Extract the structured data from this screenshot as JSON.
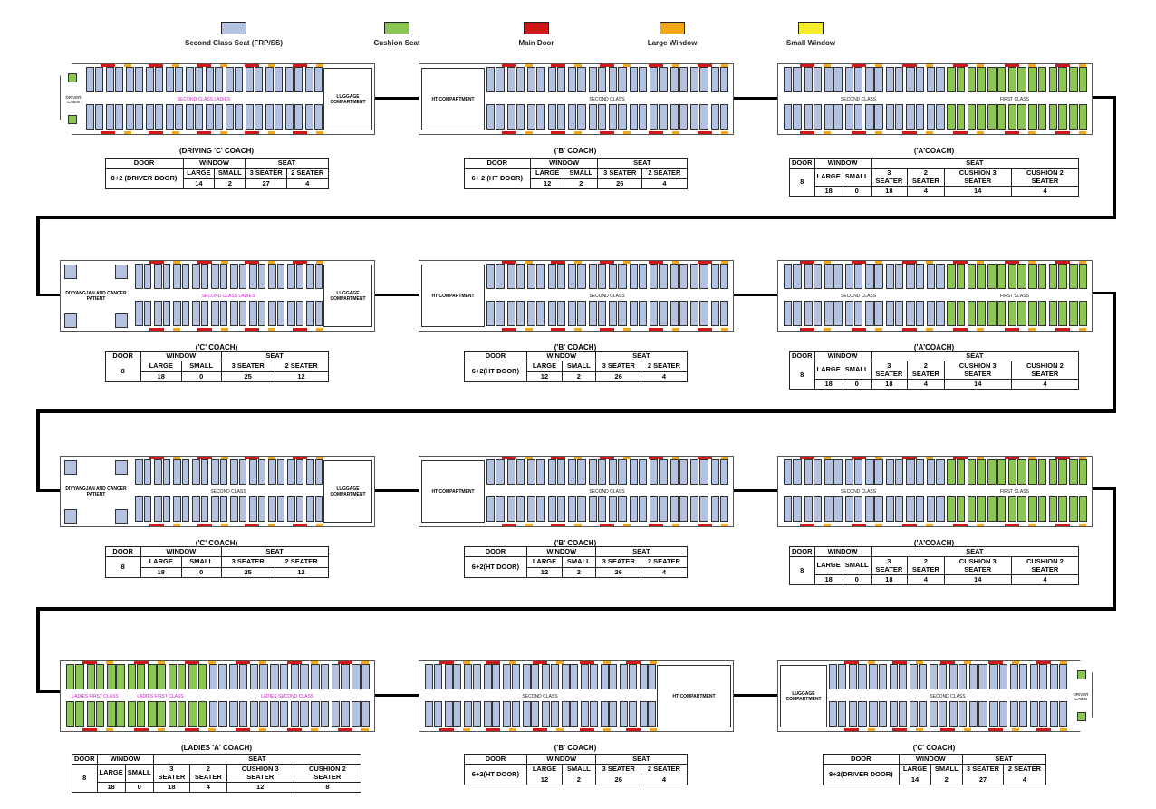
{
  "legend": [
    {
      "label": "Second Class Seat (FRP/SS)",
      "color": "#b3c2e0"
    },
    {
      "label": "Cushion Seat",
      "color": "#8cc652"
    },
    {
      "label": "Main Door",
      "color": "#d01818"
    },
    {
      "label": "Large Window",
      "color": "#f4a818"
    },
    {
      "label": "Small Window",
      "color": "#f5ec2a"
    }
  ],
  "rows": [
    [
      {
        "title": "(DRIVING 'C' COACH)",
        "cabin": "left",
        "cabin_label": "DRIVER CABIN",
        "left_label": "",
        "end": {
          "side": "right",
          "label": "LUGGAGE COMPARTMENT"
        },
        "labels": [
          {
            "text": "SECOND CLASS LADIES",
            "pink": true
          }
        ],
        "cushion": "none",
        "spec": {
          "type": "c",
          "door": "8+2 (DRIVER DOOR)",
          "large": "14",
          "small": "2",
          "s3": "27",
          "s2": "4"
        }
      },
      {
        "title": "('B' COACH)",
        "cabin": "none",
        "left_label": "",
        "end": {
          "side": "left",
          "label": "HT COMPARTMENT"
        },
        "labels": [
          {
            "text": "SECOND CLASS",
            "pink": false
          }
        ],
        "cushion": "none",
        "spec": {
          "type": "c",
          "door": "6+ 2 (HT DOOR)",
          "large": "12",
          "small": "2",
          "s3": "26",
          "s2": "4"
        }
      },
      {
        "title": "('A'COACH)",
        "cabin": "none",
        "left_label": "",
        "end": null,
        "labels": [
          {
            "text": "SECOND CLASS",
            "pink": false
          },
          {
            "text": "FIRST CLASS",
            "pink": false
          }
        ],
        "cushion": "right",
        "spec": {
          "type": "a",
          "door": "8",
          "large": "18",
          "small": "0",
          "s3": "18",
          "s2": "4",
          "c3": "14",
          "c2": "4"
        }
      }
    ],
    [
      {
        "title": "('C' COACH)",
        "cabin": "none",
        "left_label": "DIVYANGJAN AND CANCER PATIENT",
        "end": {
          "side": "right",
          "label": "LUGGAGE COMPARTMENT"
        },
        "labels": [
          {
            "text": "SECOND CLASS LADIES",
            "pink": true
          }
        ],
        "cushion": "none",
        "spec": {
          "type": "c",
          "door": "8",
          "large": "18",
          "small": "0",
          "s3": "25",
          "s2": "12"
        }
      },
      {
        "title": "('B' COACH)",
        "cabin": "none",
        "left_label": "",
        "end": {
          "side": "left",
          "label": "HT COMPARTMENT"
        },
        "labels": [
          {
            "text": "SECOND CLASS",
            "pink": false
          }
        ],
        "cushion": "none",
        "spec": {
          "type": "c",
          "door": "6+2(HT DOOR)",
          "large": "12",
          "small": "2",
          "s3": "26",
          "s2": "4"
        }
      },
      {
        "title": "('A'COACH)",
        "cabin": "none",
        "left_label": "",
        "end": null,
        "labels": [
          {
            "text": "SECOND CLASS",
            "pink": false
          },
          {
            "text": "FIRST CLASS",
            "pink": false
          }
        ],
        "cushion": "right",
        "spec": {
          "type": "a",
          "door": "8",
          "large": "18",
          "small": "0",
          "s3": "18",
          "s2": "4",
          "c3": "14",
          "c2": "4"
        }
      }
    ],
    [
      {
        "title": "('C' COACH)",
        "cabin": "none",
        "left_label": "DIVYANGJAN AND CANCER PATIENT",
        "end": {
          "side": "right",
          "label": "LUGGAGE COMPARTMENT"
        },
        "labels": [
          {
            "text": "SECOND CLASS",
            "pink": false
          }
        ],
        "cushion": "none",
        "spec": {
          "type": "c",
          "door": "8",
          "large": "18",
          "small": "0",
          "s3": "25",
          "s2": "12"
        }
      },
      {
        "title": "('B' COACH)",
        "cabin": "none",
        "left_label": "",
        "end": {
          "side": "left",
          "label": "HT COMPARTMENT"
        },
        "labels": [
          {
            "text": "SECOND CLASS",
            "pink": false
          }
        ],
        "cushion": "none",
        "spec": {
          "type": "c",
          "door": "6+2(HT DOOR)",
          "large": "12",
          "small": "2",
          "s3": "26",
          "s2": "4"
        }
      },
      {
        "title": "('A'COACH)",
        "cabin": "none",
        "left_label": "",
        "end": null,
        "labels": [
          {
            "text": "SECOND CLASS",
            "pink": false
          },
          {
            "text": "FIRST CLASS",
            "pink": false
          }
        ],
        "cushion": "right",
        "spec": {
          "type": "a",
          "door": "8",
          "large": "18",
          "small": "0",
          "s3": "18",
          "s2": "4",
          "c3": "14",
          "c2": "4"
        }
      }
    ],
    [
      {
        "title": "(LADIES 'A' COACH)",
        "cabin": "none",
        "left_label": "",
        "end": null,
        "labels": [
          {
            "text": "LADIES FIRST CLASS",
            "pink": true
          },
          {
            "text": "LADIES FIRST CLASS",
            "pink": true
          },
          {
            "text": "LADIES SECOND CLASS",
            "pink": true
          }
        ],
        "cushion": "left",
        "spec": {
          "type": "a",
          "door": "8",
          "large": "18",
          "small": "0",
          "s3": "18",
          "s2": "4",
          "c3": "12",
          "c2": "8"
        }
      },
      {
        "title": "('B' COACH)",
        "cabin": "none",
        "left_label": "",
        "end": {
          "side": "right",
          "label": "HT COMPARTMENT"
        },
        "labels": [
          {
            "text": "SECOND CLASS",
            "pink": false
          }
        ],
        "cushion": "none",
        "spec": {
          "type": "c",
          "door": "6+2(HT DOOR)",
          "large": "12",
          "small": "2",
          "s3": "26",
          "s2": "4"
        }
      },
      {
        "title": "('C' COACH)",
        "cabin": "right",
        "cabin_label": "DRIVER CABIN",
        "left_label": "",
        "end": {
          "side": "left",
          "label": "LUGGAGE COMPARTMENT"
        },
        "labels": [
          {
            "text": "SECOND CLASS",
            "pink": false
          }
        ],
        "cushion": "none",
        "spec": {
          "type": "c",
          "door": "8+2(DRIVER DOOR)",
          "large": "14",
          "small": "2",
          "s3": "27",
          "s2": "4"
        }
      }
    ]
  ],
  "table_headers": {
    "door": "DOOR",
    "window": "WINDOW",
    "seat": "SEAT",
    "large": "LARGE",
    "small": "SMALL",
    "s3": "3 SEATER",
    "s2": "2 SEATER",
    "c3": "CUSHION 3 SEATER",
    "c2": "CUSHION 2 SEATER"
  }
}
